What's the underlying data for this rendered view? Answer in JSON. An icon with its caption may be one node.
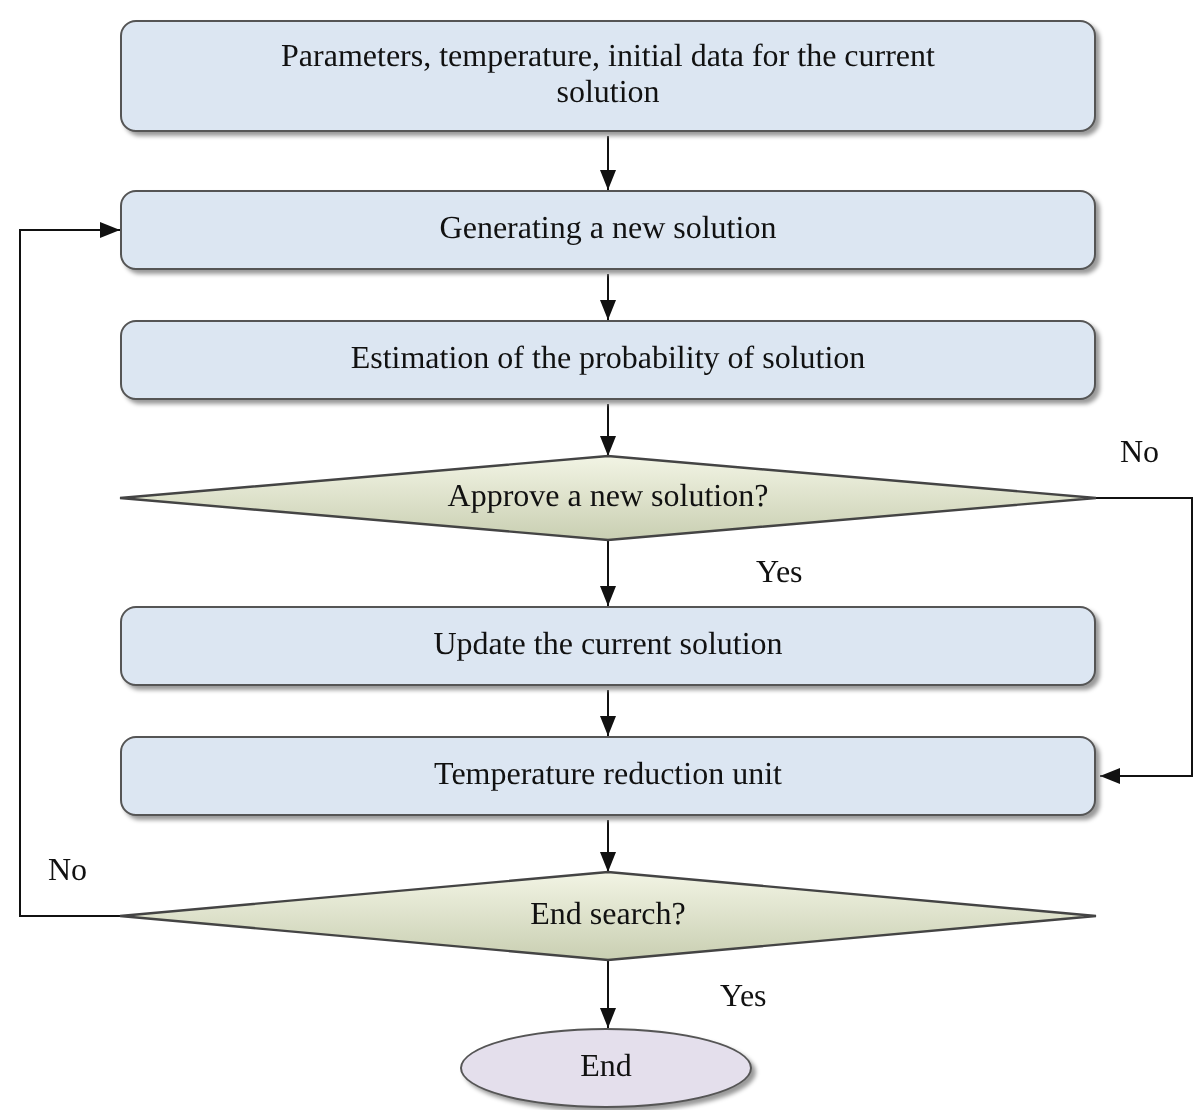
{
  "diagram": {
    "nodes": [
      {
        "text": [
          "Parameters, temperature, initial data for the current solution"
        ]
      },
      {
        "text": [
          "Generating a new solution"
        ]
      },
      {
        "text": [
          "Estimation of the probability of solution"
        ]
      },
      {
        "text": [
          "Approve a new solution?"
        ]
      },
      {
        "text": [
          "Update the current solution"
        ]
      },
      {
        "text": [
          "Temperature reduction unit"
        ]
      },
      {
        "text": [
          "End search?"
        ]
      },
      {
        "text": [
          "End"
        ]
      }
    ],
    "edges": [
      {
        "from": 0,
        "to": 1,
        "arrow": "to"
      },
      {
        "from": 1,
        "to": 2,
        "arrow": "to"
      },
      {
        "from": 2,
        "to": 3,
        "arrow": "to"
      },
      {
        "from": 3,
        "to": 4,
        "arrow": "to",
        "label": "Yes"
      },
      {
        "from": 3,
        "to": 5,
        "arrow": "to",
        "label": "No"
      },
      {
        "from": 4,
        "to": 5,
        "arrow": "to"
      },
      {
        "from": 5,
        "to": 6,
        "arrow": "to"
      },
      {
        "from": 6,
        "to": 7,
        "arrow": "to",
        "label": "Yes"
      },
      {
        "from": 6,
        "to": 1,
        "arrow": "to",
        "label": "No"
      }
    ]
  }
}
